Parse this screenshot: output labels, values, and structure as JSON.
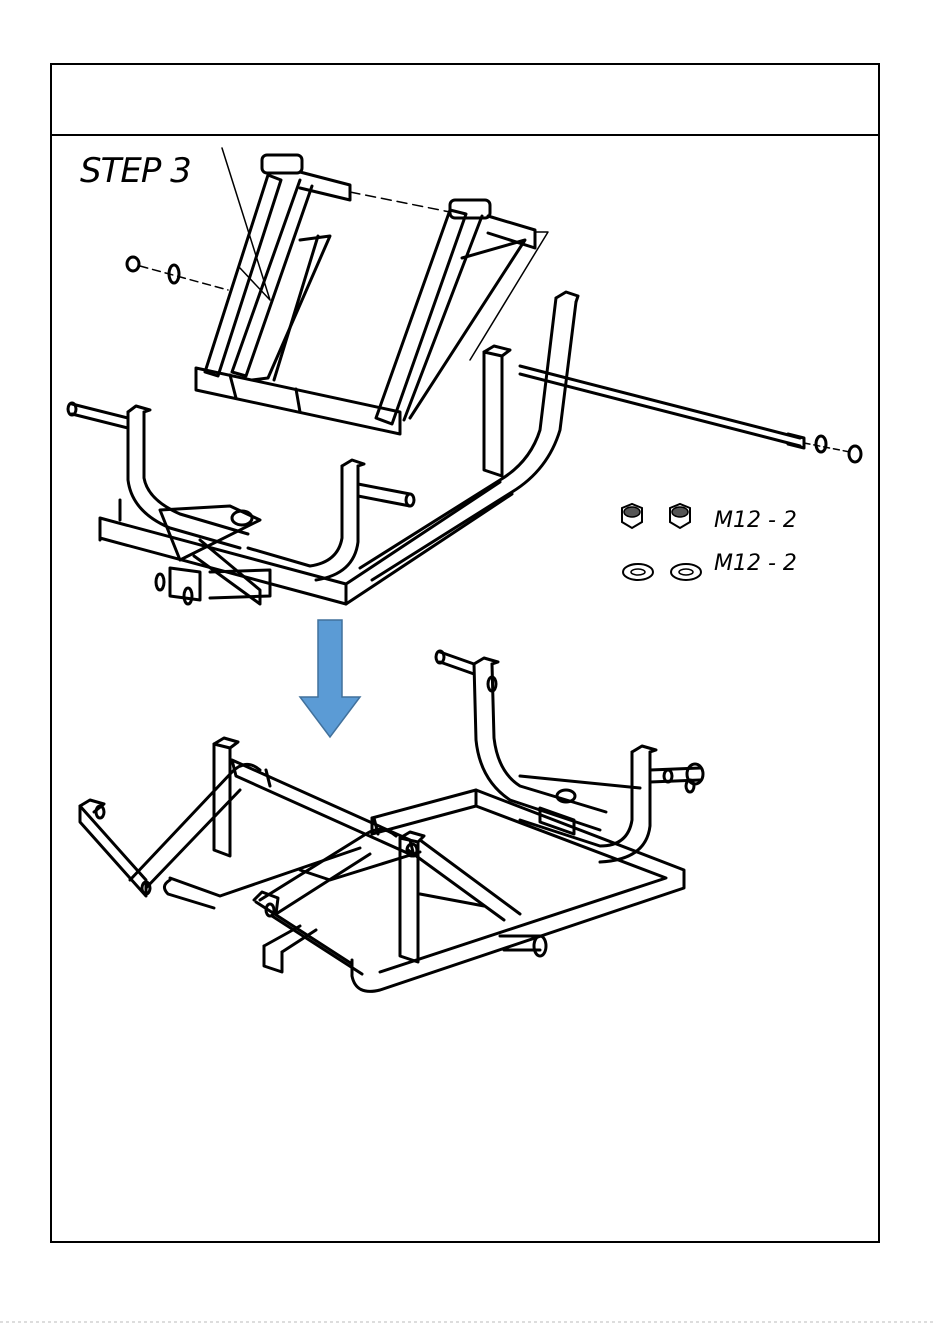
{
  "step": {
    "title": "STEP 3"
  },
  "hardware": {
    "nut_label": "M12 - 2",
    "washer_label": "M12 - 2",
    "nut_icon": "lock-nut-icon",
    "washer_icon": "flat-washer-icon"
  },
  "colors": {
    "arrow": "#5b9bd5",
    "line": "#000000",
    "background": "#ffffff"
  }
}
